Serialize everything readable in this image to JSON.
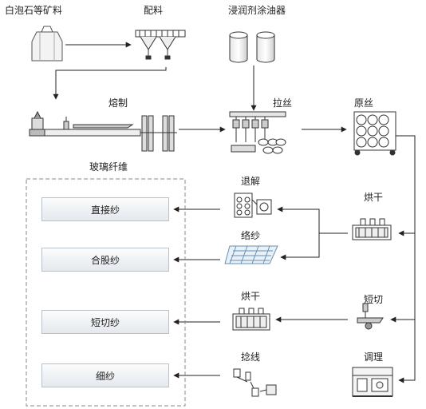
{
  "labels": {
    "raw_material": "白泡石等矿料",
    "batching": "配料",
    "sizing_agent": "浸润剂涂油器",
    "melting": "熔制",
    "drawing": "拉丝",
    "raw_strand": "原丝",
    "glass_fiber": "玻璃纤维",
    "unwinding": "退解",
    "drying_1": "烘干",
    "winding": "络纱",
    "drying_2": "烘干",
    "chopping": "短切",
    "twisting": "捻线",
    "conditioning": "调理"
  },
  "products": [
    "直接纱",
    "合股纱",
    "短切纱",
    "细纱"
  ]
}
